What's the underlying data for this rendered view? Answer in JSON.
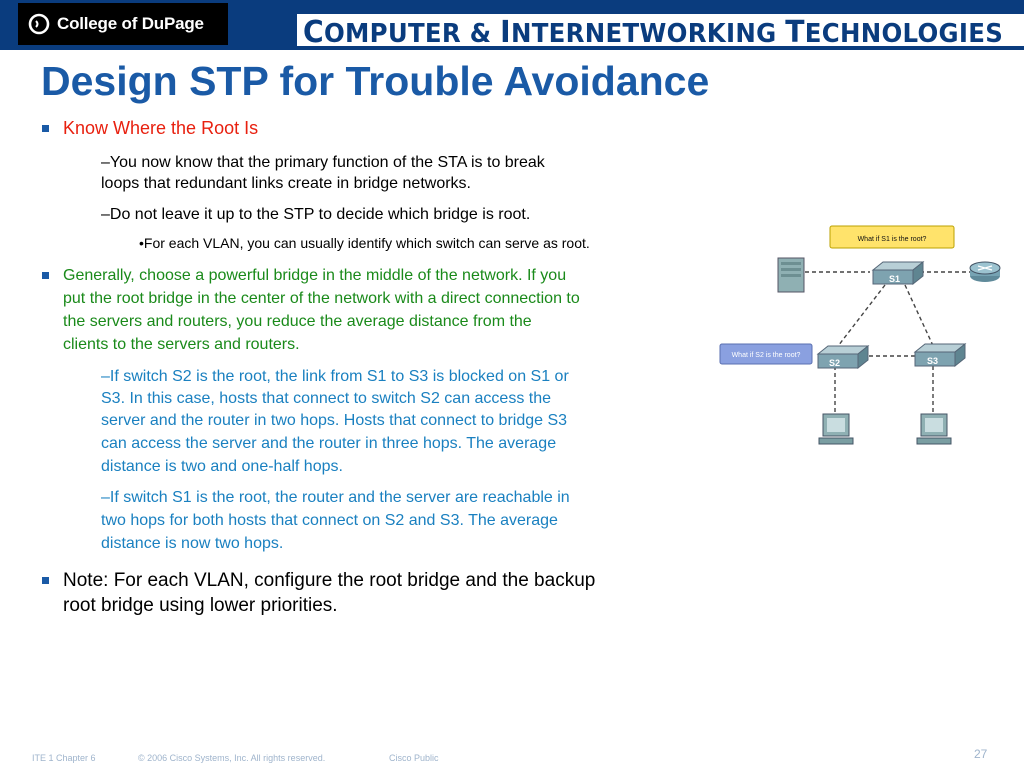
{
  "header": {
    "logo_text": "College of DuPage",
    "brand_words": [
      {
        "cap": "C",
        "rest": "OMPUTER & "
      },
      {
        "cap": "I",
        "rest": "NTERNETWORKING "
      },
      {
        "cap": "T",
        "rest": "ECHNOLOGIES"
      }
    ]
  },
  "slide": {
    "title": "Design STP for Trouble Avoidance",
    "b1": "Know Where the Root Is",
    "b1_s1_l1": "–You now know that the primary function of the STA is to break",
    "b1_s1_l2": "loops that redundant links create in bridge networks.",
    "b1_s2": "–Do not leave it up to the STP to decide which bridge is root.",
    "b1_s2_sub": "•For each VLAN, you can usually identify which switch can serve as root.",
    "b2_lines": [
      "Generally, choose a powerful bridge in the middle of the network. If you",
      "put the root bridge in the center of the network with a direct connection to",
      "the servers and routers, you reduce the average distance from the",
      "clients to the servers and routers."
    ],
    "b2_s1_lines": [
      "–If switch S2 is the root, the link from S1 to S3 is blocked on S1 or",
      "S3. In this case, hosts that connect to switch S2 can access the",
      "server and the router in two hops. Hosts that connect to bridge S3",
      "can access the server and the router in three hops. The average",
      "distance is two and one-half hops."
    ],
    "b2_s2_lines": [
      "–If switch S1 is the root, the router and the server are reachable in",
      "two hops for both hosts that connect on S2 and S3. The average",
      "distance is now two hops."
    ],
    "b3_lines": [
      "Note: For each VLAN, configure the root bridge and the backup",
      "root bridge using lower priorities."
    ]
  },
  "diagram": {
    "callout_s1": "What if S1 is the root?",
    "callout_s2": "What if S2 is the root?",
    "s1_label": "S1",
    "s2_label": "S2",
    "s3_label": "S3"
  },
  "footer": {
    "chapter": "ITE 1 Chapter 6",
    "copyright": "© 2006 Cisco Systems, Inc. All rights reserved.",
    "classification": "Cisco Public",
    "page": "27"
  },
  "colors": {
    "header_blue": "#0a3c7e",
    "title_blue": "#1a5aa6",
    "red": "#e8200f",
    "green": "#1a8a1a",
    "light_blue": "#1a80c0"
  }
}
